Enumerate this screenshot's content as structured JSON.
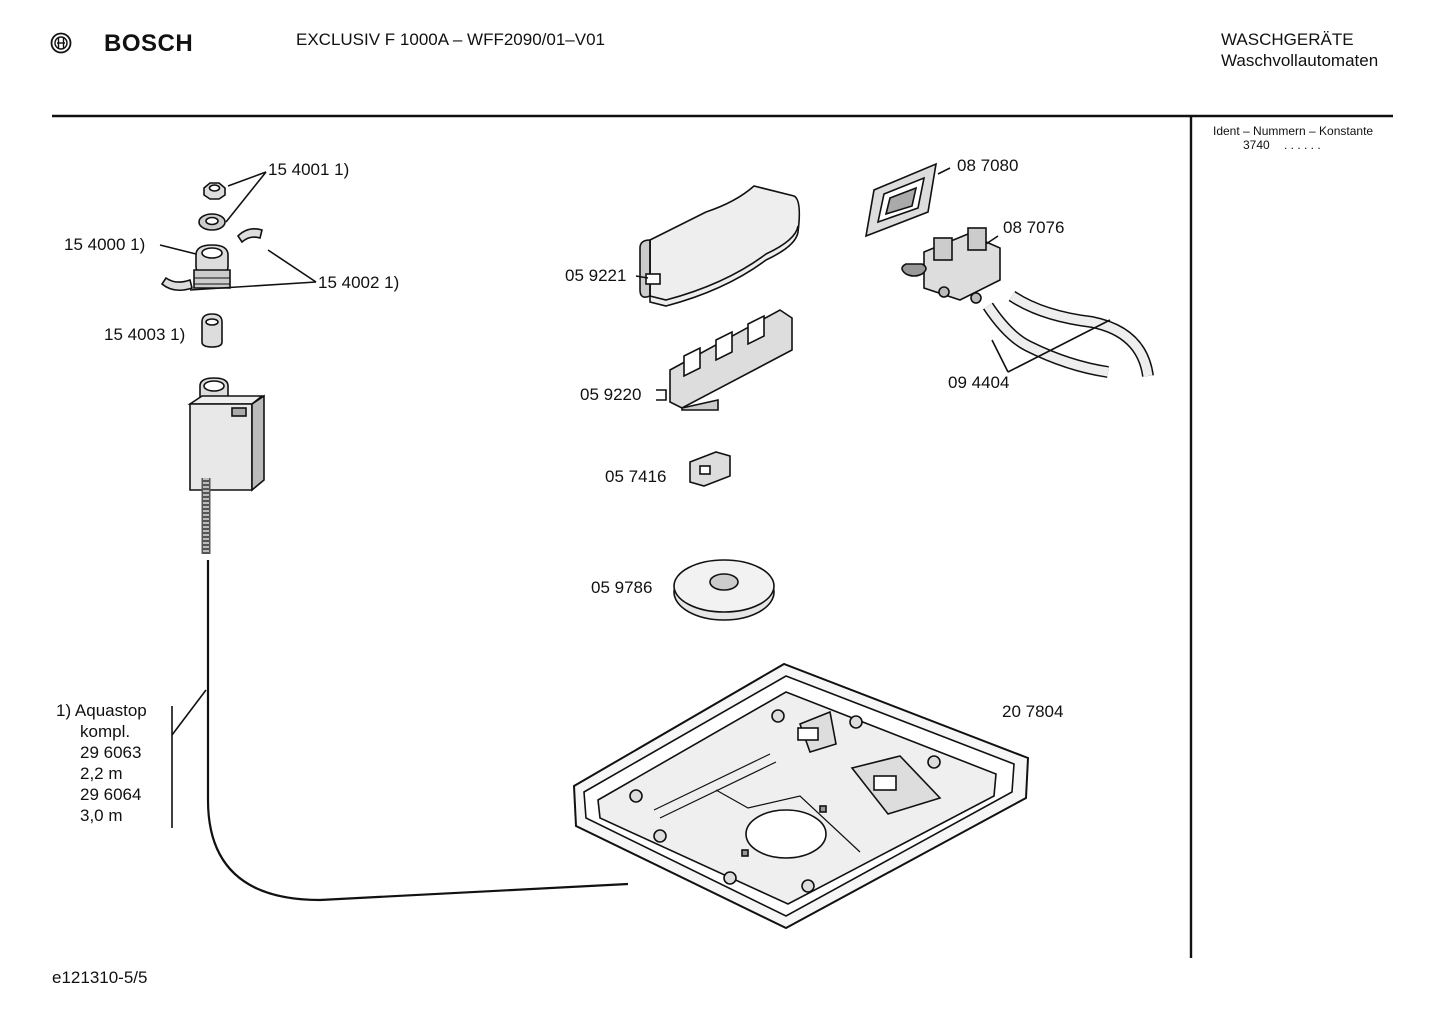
{
  "header": {
    "brand": "BOSCH",
    "model": "EXCLUSIV F 1000A – WFF2090/01–V01",
    "category": "WASCHGERÄTE",
    "subcategory": "Waschvollautomaten"
  },
  "side_panel": {
    "ident_label": "Ident – Nummern – Konstante",
    "ident_value": "3740",
    "ident_dots": ". .   . . . ."
  },
  "parts": {
    "p154001": "15 4001 1)",
    "p154000": "15 4000 1)",
    "p154002": "15 4002 1)",
    "p154003": "15 4003 1)",
    "p059221": "05 9221",
    "p059220": "05 9220",
    "p057416": "05 7416",
    "p059786": "05 9786",
    "p087080": "08 7080",
    "p087076": "08 7076",
    "p094404": "09 4404",
    "p207804": "20 7804"
  },
  "aquastop_note": {
    "line1": "1)  Aquastop",
    "line2": "kompl.",
    "line3": "29 6063",
    "line4": "2,2 m",
    "line5": "29 6064",
    "line6": "3,0 m"
  },
  "footer": {
    "doc_id": "e121310-5/5"
  },
  "icons": [
    "bosch-logo-icon"
  ]
}
